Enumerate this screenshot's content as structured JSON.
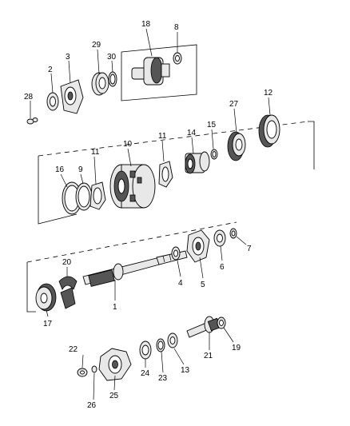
{
  "callouts": {
    "c1": "1",
    "c2": "2",
    "c3": "3",
    "c4": "4",
    "c5": "5",
    "c6": "6",
    "c7": "7",
    "c8": "8",
    "c9": "9",
    "c10": "10",
    "c11a": "11",
    "c11b": "11",
    "c12": "12",
    "c13": "13",
    "c14": "14",
    "c15": "15",
    "c16": "16",
    "c17": "17",
    "c18": "18",
    "c19": "19",
    "c20": "20",
    "c21": "21",
    "c22": "22",
    "c23": "23",
    "c24": "24",
    "c25": "25",
    "c26": "26",
    "c27": "27",
    "c28": "28",
    "c29": "29",
    "c30": "30"
  }
}
